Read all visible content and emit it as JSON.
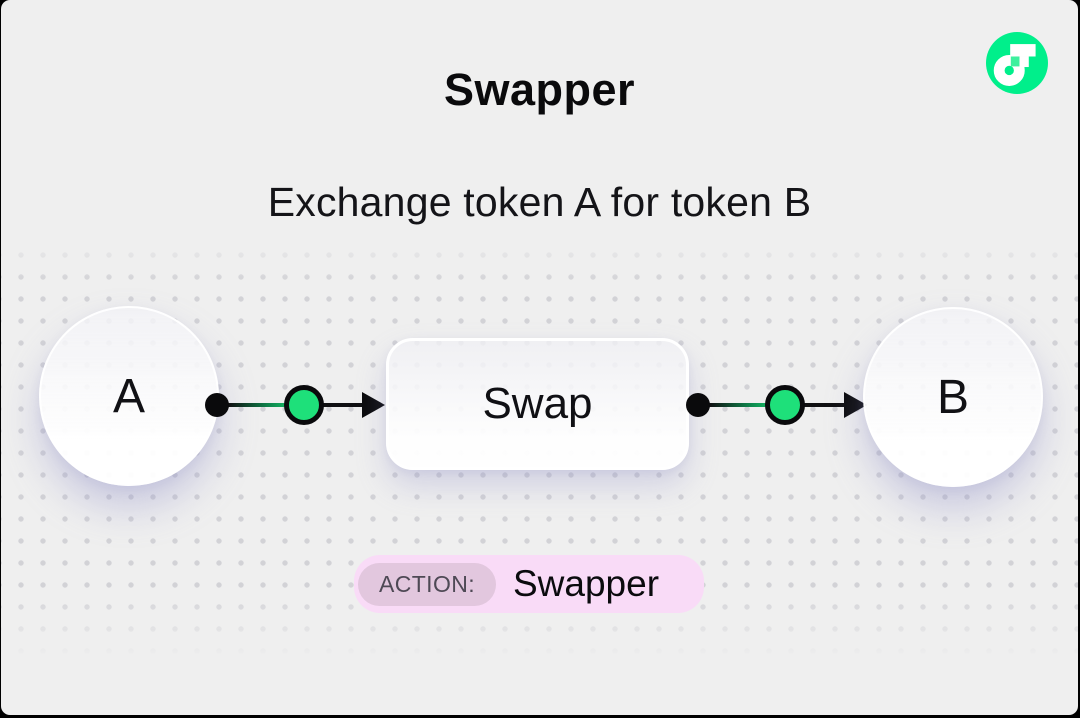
{
  "header": {
    "title": "Swapper",
    "subtitle": "Exchange token A for token B",
    "logo": "flow-logo"
  },
  "diagram": {
    "input_node": {
      "label": "A"
    },
    "process_node": {
      "label": "Swap"
    },
    "output_node": {
      "label": "B"
    },
    "connectors": [
      {
        "from": "A",
        "to": "Swap"
      },
      {
        "from": "Swap",
        "to": "B"
      }
    ]
  },
  "action_badge": {
    "label": "ACTION:",
    "value": "Swapper"
  },
  "colors": {
    "background": "#EFEFEF",
    "dot_grid": "#D2D2D6",
    "connector_green": "#1EE07A",
    "logo_green": "#00EF8B",
    "logo_notch_green": "#3DF09E",
    "badge_pink": "#F9DBF7",
    "badge_label_pink": "#E2C7DE",
    "text_black": "#0A0A0C"
  }
}
